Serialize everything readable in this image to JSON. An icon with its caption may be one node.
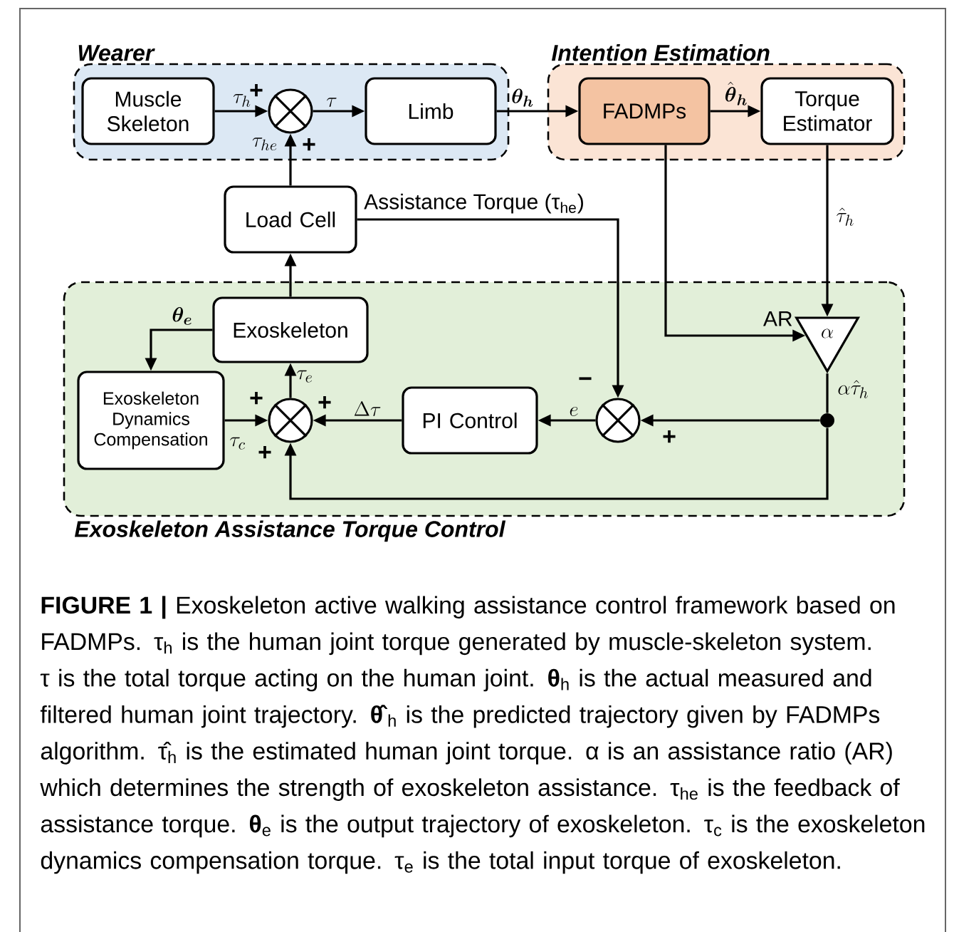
{
  "diagram": {
    "caption": "**FIGURE 1 |** Exoskeleton active walking assistance control framework based on FADMPs. τ$_{h}$ is the human joint torque generated by muscle-skeleton system. τ is the total torque acting on the human joint. **θ**$_{h}$ is the actual measured and filtered human joint trajectory. **θ̂**$_{h}$ is the predicted trajectory given by FADMPs algorithm. τ̂$_{h}$ is the estimated human joint torque. α is an assistance ratio (AR) which determines the strength of exoskeleton assistance. τ$_{he}$ is the feedback of assistance torque. **θ**$_{e}$ is the output trajectory of exoskeleton. τ$_{c}$ is the exoskeleton dynamics compensation torque. τ$_{e}$ is the total input torque of exoskeleton.",
    "nodes": [
      {
        "text": [
          "Wearer"
        ]
      },
      {
        "text": [
          "Muscle Skeleton"
        ],
        "in": 0
      },
      {
        "text": [],
        "shape": "circle",
        "in": 0
      },
      {
        "text": [
          "Limb"
        ],
        "in": 0
      },
      {
        "text": [
          "Intention Estimation"
        ]
      },
      {
        "text": [
          "FADMPs"
        ],
        "in": 4
      },
      {
        "text": [
          "Torque Estimator"
        ],
        "in": 4
      },
      {
        "text": [
          "Load Cell"
        ]
      },
      {
        "text": [
          "Exoskeleton Assistance Torque Control"
        ]
      },
      {
        "text": [
          "Exoskeleton"
        ],
        "in": 8
      },
      {
        "text": [
          "\\alpha"
        ],
        "in": 8
      },
      {
        "text": [
          "Exoskeleton Dynamics Compensation"
        ],
        "in": 8
      },
      {
        "text": [],
        "shape": "circle",
        "in": 8
      },
      {
        "text": [
          "PI Control"
        ],
        "in": 8
      },
      {
        "text": [],
        "shape": "circle",
        "in": 8
      },
      {
        "text": [],
        "shape": "circle",
        "in": 8
      }
    ],
    "edges": [
      {
        "from": 1,
        "to": 2,
        "arrow": "to",
        "label": "\\tau_h"
      },
      {
        "from": 2,
        "to": 3,
        "arrow": "to",
        "label": "\\tau"
      },
      {
        "from": 3,
        "to": 5,
        "arrow": "to",
        "label": "\\boldsymbol{\\theta_h}"
      },
      {
        "from": 5,
        "to": 6,
        "arrow": "to",
        "label": "\\hat{\\boldsymbol{\\theta}}_{\\boldsymbol{h}}"
      },
      {
        "from": 7,
        "to": 2,
        "arrow": "to",
        "label": "\\tau_{he}"
      },
      {
        "from": 9,
        "to": 7,
        "arrow": "to"
      },
      {
        "from": 7,
        "to": 14,
        "arrow": "to",
        "label": "Assistance Torque (τ$_{he}$)"
      },
      {
        "from": 6,
        "to": 10,
        "arrow": "to",
        "label": "\\hat{\\tau}_h"
      },
      {
        "from": 5,
        "to": 10,
        "arrow": "to",
        "label": "AR"
      },
      {
        "from": 10,
        "to": 15,
        "arrow": "none",
        "label": "\\alpha\\hat{\\tau}_h"
      },
      {
        "from": 15,
        "to": 14,
        "arrow": "to"
      },
      {
        "from": 15,
        "to": 12,
        "arrow": "to"
      },
      {
        "from": 14,
        "to": 13,
        "arrow": "to",
        "label": "e"
      },
      {
        "from": 13,
        "to": 12,
        "arrow": "to",
        "label": "\\Delta\\tau"
      },
      {
        "from": 11,
        "to": 12,
        "arrow": "to",
        "label": "\\tau_c"
      },
      {
        "from": 12,
        "to": 9,
        "arrow": "to",
        "label": "\\tau_e"
      },
      {
        "from": 9,
        "to": 11,
        "arrow": "to",
        "label": "\\boldsymbol{\\theta_e}"
      }
    ],
    "labels": [
      "+",
      "+",
      "−",
      "+",
      "+",
      "+",
      "+"
    ]
  }
}
